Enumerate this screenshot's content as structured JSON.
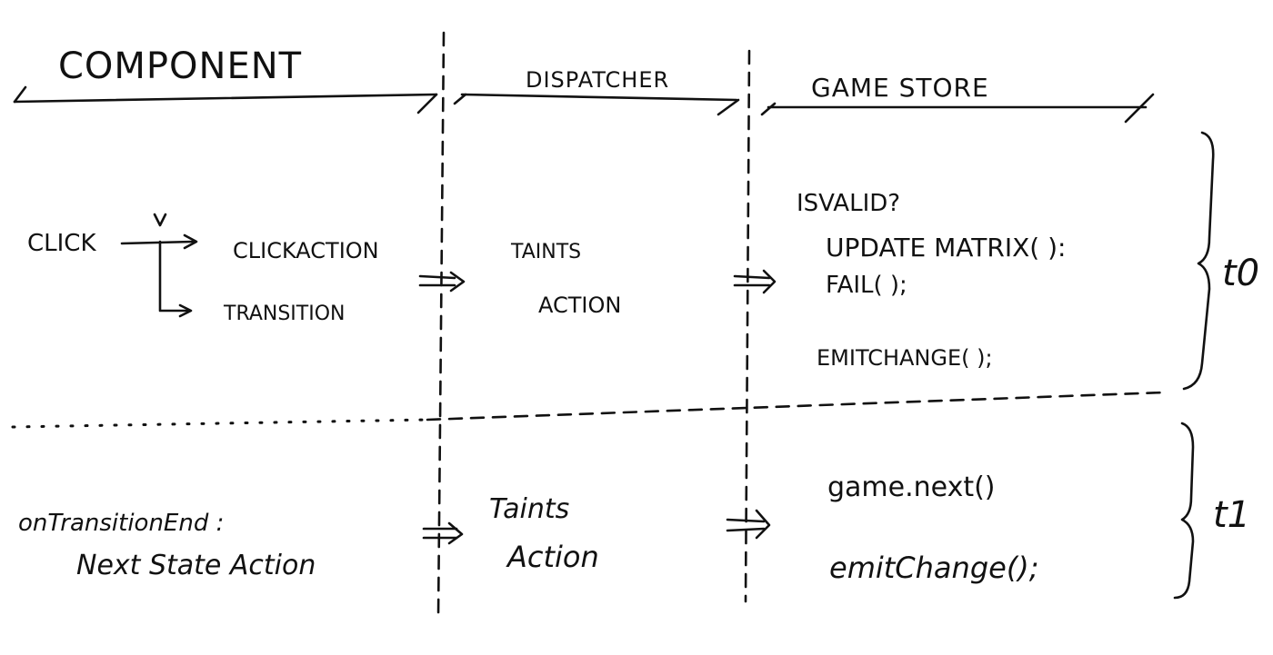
{
  "columns": {
    "component": "COMPONENT",
    "dispatcher": "DISPATCHER",
    "game_store": "GAME STORE"
  },
  "row_t0": {
    "click": "CLICK",
    "click_action": "CLICKACTION",
    "transition": "TRANSITION",
    "taints_line1": "TAINTS",
    "taints_line2": "ACTION",
    "store_line1": "ISVALID?",
    "store_line2": "UPDATE MATRIX( ):",
    "store_line3": "FAIL( );",
    "store_line4": "EMITCHANGE( );",
    "time_label": "t0"
  },
  "row_t1": {
    "component_line1": "onTransitionEnd :",
    "component_line2": "Next State Action",
    "taints_line1": "Taints",
    "taints_line2": "Action",
    "store_line1": "game.next()",
    "store_line2": "emitChange();",
    "time_label": "t1"
  }
}
